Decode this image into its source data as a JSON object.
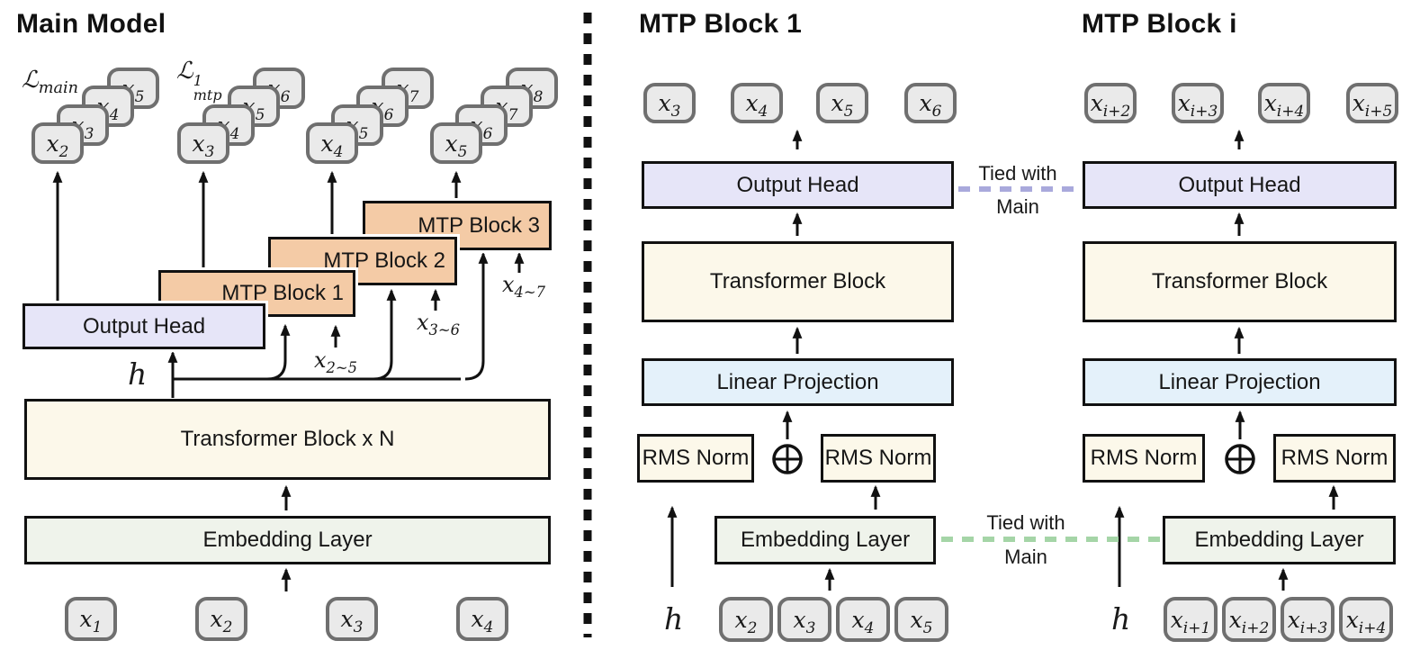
{
  "colors": {
    "mtp_block_fill": "#F4CBA6",
    "output_head_fill": "#E6E5F8",
    "transformer_fill": "#FCF8EA",
    "linear_projection_fill": "#E4F1FA",
    "embedding_fill": "#EFF3EB",
    "rms_norm_fill": "#FCF8EA",
    "token_fill": "#EAEAEA",
    "token_border": "#6F6F6F",
    "tie_output_dash": "#A9A9DC",
    "tie_embedding_dash": "#A5D5A7",
    "line_color": "#111111"
  },
  "main_model": {
    "title": "Main Model",
    "loss_main": {
      "base": "ℒ",
      "sub": "main"
    },
    "loss_mtp": {
      "base": "ℒ",
      "sup": "1",
      "sub": "mtp"
    },
    "stacks": [
      {
        "cards": [
          {
            "base": "x",
            "sub": "2"
          },
          {
            "base": "x",
            "sub": "3"
          },
          {
            "base": "x",
            "sub": "4"
          },
          {
            "base": "x",
            "sub": "5"
          }
        ]
      },
      {
        "cards": [
          {
            "base": "x",
            "sub": "3"
          },
          {
            "base": "x",
            "sub": "4"
          },
          {
            "base": "x",
            "sub": "5"
          },
          {
            "base": "x",
            "sub": "6"
          }
        ]
      },
      {
        "cards": [
          {
            "base": "x",
            "sub": "4"
          },
          {
            "base": "x",
            "sub": "5"
          },
          {
            "base": "x",
            "sub": "6"
          },
          {
            "base": "x",
            "sub": "7"
          }
        ]
      },
      {
        "cards": [
          {
            "base": "x",
            "sub": "5"
          },
          {
            "base": "x",
            "sub": "6"
          },
          {
            "base": "x",
            "sub": "7"
          },
          {
            "base": "x",
            "sub": "8"
          }
        ]
      }
    ],
    "mtp_block_1": "MTP Block 1",
    "mtp_block_2": "MTP Block 2",
    "mtp_block_3": "MTP Block 3",
    "output_head": "Output Head",
    "transformer": "Transformer Block x N",
    "embedding": "Embedding Layer",
    "h_label": "h",
    "ranges": [
      {
        "base": "x",
        "sub": "2~5"
      },
      {
        "base": "x",
        "sub": "3~6"
      },
      {
        "base": "x",
        "sub": "4~7"
      }
    ],
    "inputs": [
      {
        "base": "x",
        "sub": "1"
      },
      {
        "base": "x",
        "sub": "2"
      },
      {
        "base": "x",
        "sub": "3"
      },
      {
        "base": "x",
        "sub": "4"
      }
    ]
  },
  "mtp_block_1_panel": {
    "title": "MTP Block 1",
    "outputs": [
      {
        "base": "x",
        "sub": "3"
      },
      {
        "base": "x",
        "sub": "4"
      },
      {
        "base": "x",
        "sub": "5"
      },
      {
        "base": "x",
        "sub": "6"
      }
    ],
    "output_head": "Output Head",
    "transformer": "Transformer Block",
    "linear": "Linear Projection",
    "rms_left": "RMS Norm",
    "rms_right": "RMS Norm",
    "embedding": "Embedding Layer",
    "h_label": "h",
    "inputs": [
      {
        "base": "x",
        "sub": "2"
      },
      {
        "base": "x",
        "sub": "3"
      },
      {
        "base": "x",
        "sub": "4"
      },
      {
        "base": "x",
        "sub": "5"
      }
    ]
  },
  "mtp_block_i_panel": {
    "title": "MTP Block i",
    "outputs": [
      {
        "base": "x",
        "sub": "i+2"
      },
      {
        "base": "x",
        "sub": "i+3"
      },
      {
        "base": "x",
        "sub": "i+4"
      },
      {
        "base": "x",
        "sub": "i+5"
      }
    ],
    "output_head": "Output Head",
    "transformer": "Transformer Block",
    "linear": "Linear Projection",
    "rms_left": "RMS Norm",
    "rms_right": "RMS Norm",
    "embedding": "Embedding Layer",
    "h_label": "h",
    "inputs": [
      {
        "base": "x",
        "sub": "i+1"
      },
      {
        "base": "x",
        "sub": "i+2"
      },
      {
        "base": "x",
        "sub": "i+3"
      },
      {
        "base": "x",
        "sub": "i+4"
      }
    ]
  },
  "ties": {
    "output": {
      "line1": "Tied with",
      "line2": "Main"
    },
    "embedding": {
      "line1": "Tied with",
      "line2": "Main"
    }
  }
}
